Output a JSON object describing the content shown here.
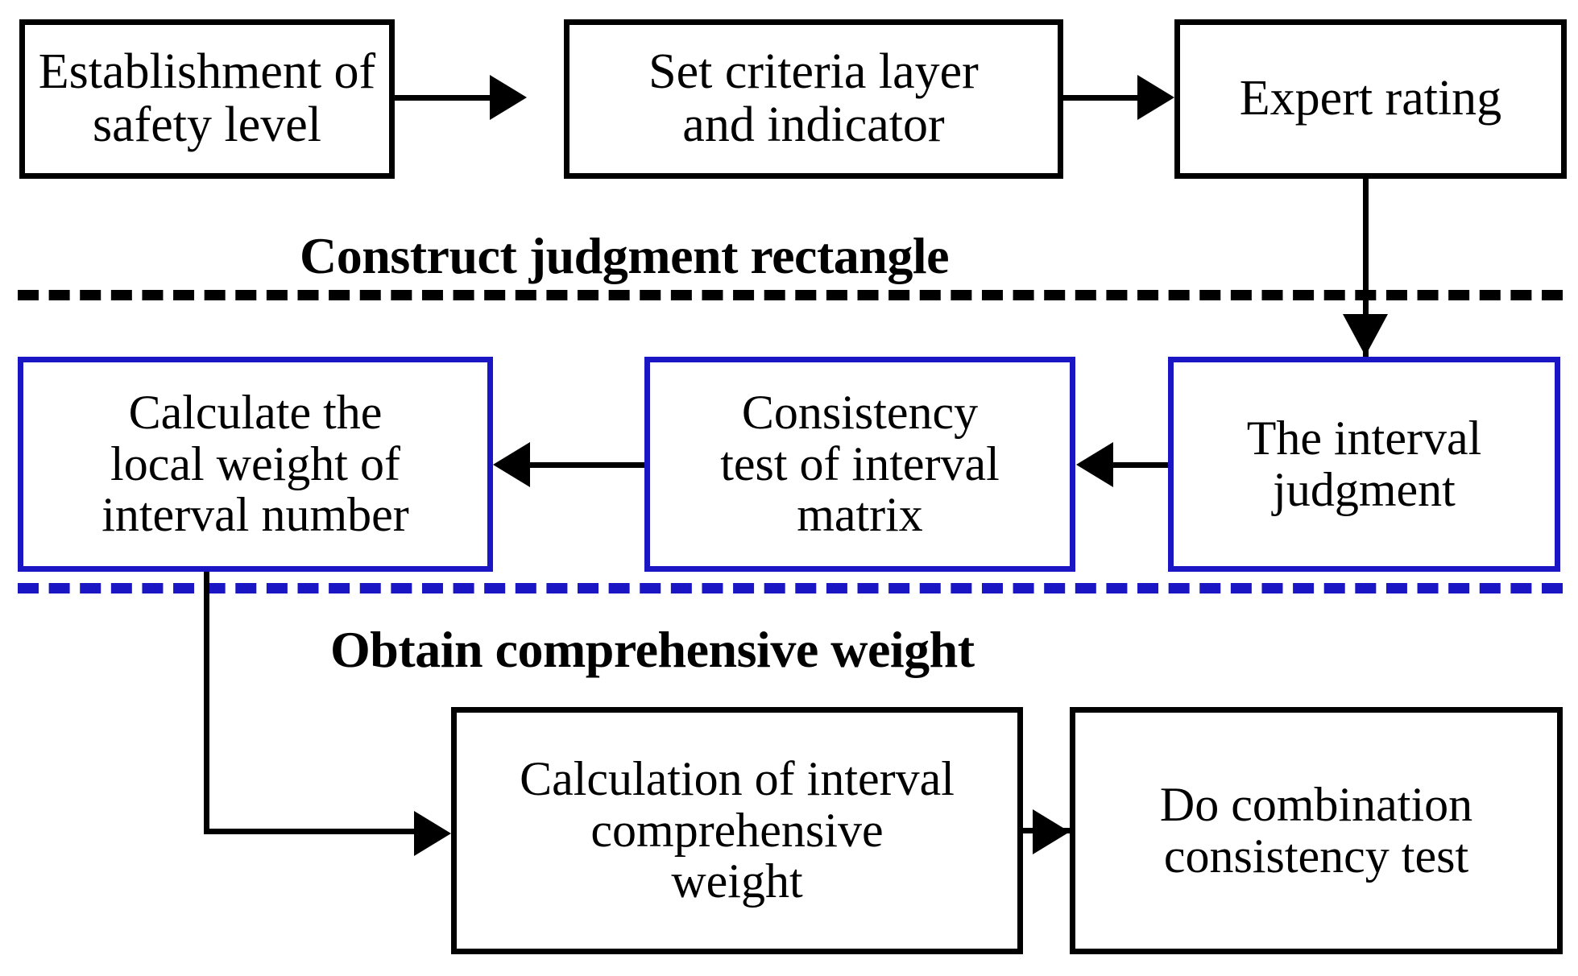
{
  "diagram": {
    "title": "Interval AHP weighting flowchart",
    "colors": {
      "black": "#000000",
      "blue": "#1a16c4",
      "background": "#ffffff"
    },
    "sections": [
      {
        "id": "construct",
        "label": "Construct judgment rectangle"
      },
      {
        "id": "comprehensive",
        "label": "Obtain comprehensive weight"
      }
    ],
    "nodes": [
      {
        "id": "n1",
        "label": "Establishment of\nsafety level",
        "border": "black"
      },
      {
        "id": "n2",
        "label": "Set criteria layer\nand indicator",
        "border": "black"
      },
      {
        "id": "n3",
        "label": "Expert rating",
        "border": "black"
      },
      {
        "id": "n4",
        "label": "The interval\njudgment",
        "border": "blue"
      },
      {
        "id": "n5",
        "label": "Consistency\ntest of interval\nmatrix",
        "border": "blue"
      },
      {
        "id": "n6",
        "label": "Calculate the\nlocal weight of\ninterval number",
        "border": "blue"
      },
      {
        "id": "n7",
        "label": "Calculation of interval\ncomprehensive\nweight",
        "border": "black"
      },
      {
        "id": "n8",
        "label": "Do combination\nconsistency test",
        "border": "black"
      }
    ],
    "edges": [
      {
        "id": "e1",
        "from": "n1",
        "to": "n2",
        "direction": "right"
      },
      {
        "id": "e2",
        "from": "n2",
        "to": "n3",
        "direction": "right"
      },
      {
        "id": "e3",
        "from": "n3",
        "to": "n4",
        "direction": "down"
      },
      {
        "id": "e4",
        "from": "n4",
        "to": "n5",
        "direction": "left"
      },
      {
        "id": "e5",
        "from": "n5",
        "to": "n6",
        "direction": "left"
      },
      {
        "id": "e6",
        "from": "n6",
        "to": "n7",
        "direction": "elbow-down-right"
      },
      {
        "id": "e7",
        "from": "n7",
        "to": "n8",
        "direction": "right"
      }
    ]
  }
}
